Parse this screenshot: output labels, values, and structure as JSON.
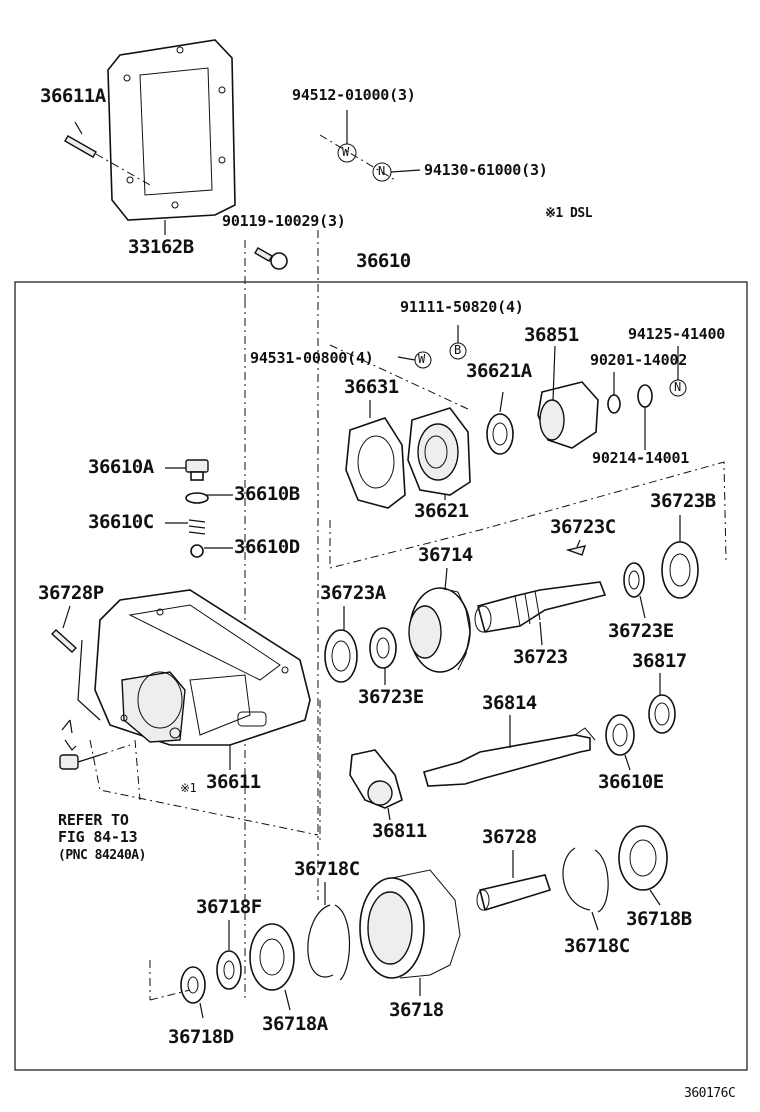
{
  "diagram": {
    "figure_code": "360176C",
    "note": "※1 DSL",
    "refer": [
      "REFER TO",
      "FIG 84-13",
      "(PNC 84240A)"
    ],
    "mark_note": "※1",
    "callouts": {
      "c36611A": "36611A",
      "c33162B": "33162B",
      "c94512": "94512-01000(3)",
      "c94130": "94130-61000(3)",
      "c90119": "90119-10029(3)",
      "c36610": "36610",
      "c91111": "91111-50820(4)",
      "c94531": "94531-00800(4)",
      "c36851": "36851",
      "c94125": "94125-41400",
      "c90201": "90201-14002",
      "c36621A": "36621A",
      "c36631": "36631",
      "c36621": "36621",
      "c90214": "90214-14001",
      "c36610A": "36610A",
      "c36610B": "36610B",
      "c36610C": "36610C",
      "c36610D": "36610D",
      "c36723C": "36723C",
      "c36723B": "36723B",
      "c36714": "36714",
      "c36728P": "36728P",
      "c36723A": "36723A",
      "c36723E_a": "36723E",
      "c36723": "36723",
      "c36723E_b": "36723E",
      "c36817": "36817",
      "c36814": "36814",
      "c36611": "36611",
      "c36610E": "36610E",
      "c36811": "36811",
      "c36718C_a": "36718C",
      "c36728": "36728",
      "c36718F": "36718F",
      "c36718B": "36718B",
      "c36718C_b": "36718C",
      "c36718D": "36718D",
      "c36718A": "36718A",
      "c36718": "36718"
    },
    "symbols": {
      "washer_w": "W",
      "nut_n": "N",
      "bolt_b": "B"
    }
  }
}
